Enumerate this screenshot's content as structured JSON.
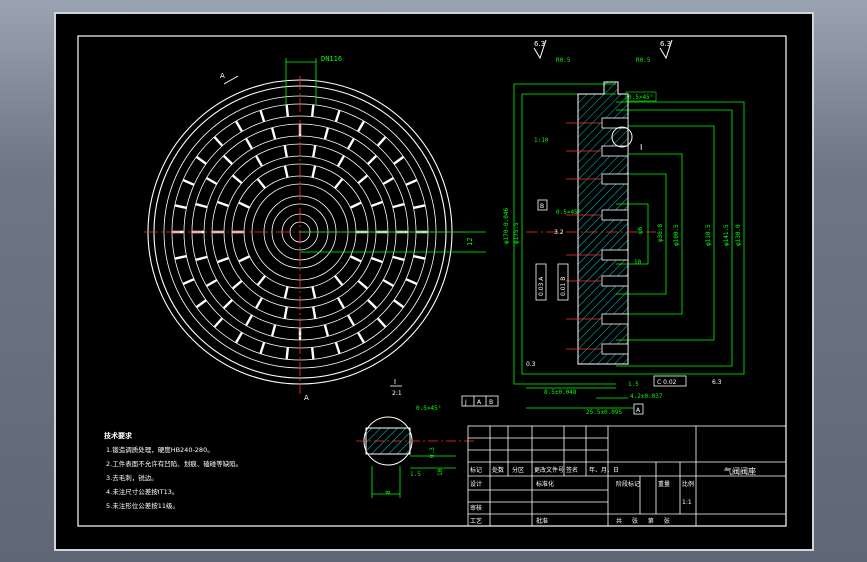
{
  "drawing": {
    "title": "气阀阀座",
    "scale": "1:1",
    "sheet_info": "共 张 第 张"
  },
  "front_view": {
    "dim_top": "DN116",
    "dim_right": "12",
    "section_mark_top": "A",
    "section_mark_bottom": "A"
  },
  "section_view": {
    "roughness_top_left": "6.3",
    "roughness_top_right": "6.3",
    "chamfer_top": "R0.5",
    "chamfer_right": "R0.5",
    "chamfer_45": "0.5×45°",
    "detail_label": "I",
    "dim_ratio": "1:10",
    "tol_box_b": "B",
    "chamfer_mid": "0.5×45°",
    "dim_3_2": "3.2",
    "dims_vertical": [
      "φ170-0.046",
      "φ175.5",
      "φ100.5",
      "φ110.5",
      "φ141.5",
      "φ130.0"
    ],
    "small_dims": [
      "φ6",
      "φ36.8",
      "10"
    ],
    "gdt": [
      "0.03 A",
      "0.01 B"
    ],
    "roughness_bottom_left": "0.3",
    "roughness_bottom_right": "6.3",
    "dim_bottom_1": "1.5",
    "dim_bottom_2": "8.5±0.048",
    "dim_bottom_3": "4.2±0.037",
    "dim_bottom_4": "25.5±0.095",
    "gdt_bottom": "C 0.02",
    "datum_a": "A"
  },
  "detail_view": {
    "label": "I",
    "scale": "2:1",
    "chamfer": "0.5×45°",
    "tol": [
      "J",
      "A",
      "B"
    ],
    "dims": [
      "1.5",
      "8",
      "10",
      "0.3"
    ]
  },
  "notes": {
    "heading": "技术要求",
    "items": [
      "1.锻造调质处理，硬度HB240-280。",
      "2.工件表面不允许有凹陷、划痕、磕碰等缺陷。",
      "3.去毛刺，锐边。",
      "4.未注尺寸公差按IT13。",
      "5.未注形位公差按11级。"
    ]
  },
  "title_block": {
    "row_labels": [
      "标记",
      "处数",
      "分区",
      "更改文件号",
      "签名",
      "年、月、日"
    ],
    "design": "设计",
    "standard": "标准化",
    "stage": "阶段标记",
    "weight": "重量",
    "ratio": "比例",
    "audit": "审核",
    "process": "工艺",
    "approve": "批准"
  },
  "colors": {
    "background": "#000000",
    "lines": "#ffffff",
    "dims": "#00ff00",
    "center": "#ff0000",
    "accent": "#00ffff"
  }
}
